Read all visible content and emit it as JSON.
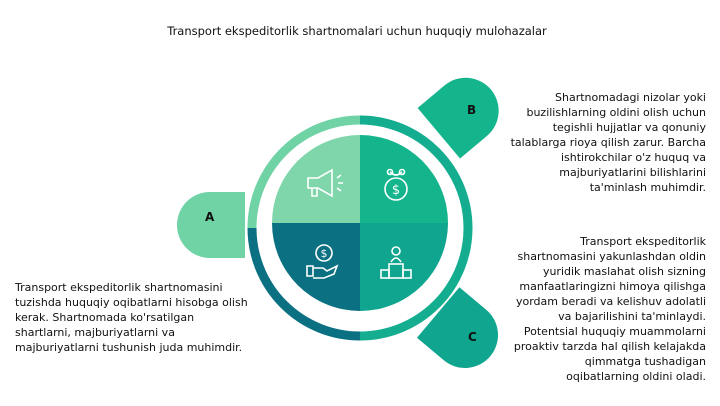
{
  "title": "Transport ekspeditorlik shartnomalari uchun huquqiy mulohazalar",
  "sections": [
    {
      "label": "A",
      "text": "Transport ekspeditorlik shartnomasini tuzishda huquqiy oqibatlarni hisobga olish kerak. Shartnomada ko'rsatilgan shartlarni, majburiyatlarni va majburiyatlarni tushunish juda muhimdir.",
      "icon": "megaphone-icon"
    },
    {
      "label": "B",
      "text": "Shartnomadagi nizolar yoki buzilishlarning oldini olish uchun tegishli hujjatlar va qonuniy talablarga rioya qilish zarur. Barcha ishtirokchilar o'z huquq va majburiyatlarini bilishlarini ta'minlash muhimdir.",
      "icon": "money-bag-icon"
    },
    {
      "label": "C",
      "text": "Transport ekspeditorlik shartnomasini yakunlashdan oldin yuridik maslahat olish sizning manfaatlaringizni himoya qilishga yordam beradi va kelishuv adolatli va bajarilishini ta'minlaydi. Potentsial huquqiy muammolarni proaktiv tarzda hal qilish kelajakda qimmatga tushadigan oqibatlarning oldini oladi.",
      "icon": "podium-icon"
    }
  ],
  "colors": {
    "light": "#6fd3a5",
    "green": "#14b48c",
    "teal": "#0f9e8e",
    "dark": "#0b7182"
  }
}
